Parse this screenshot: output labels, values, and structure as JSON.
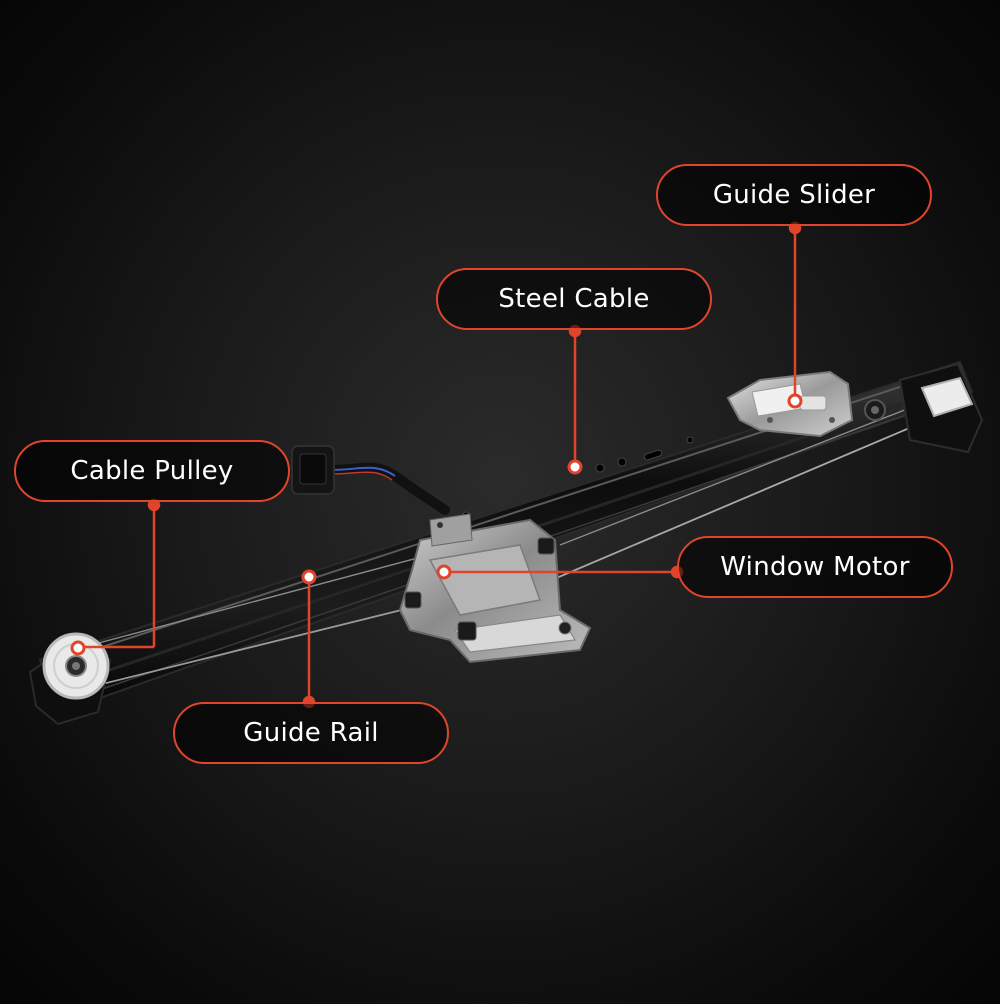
{
  "callouts": {
    "guide_slider": "Guide Slider",
    "steel_cable": "Steel Cable",
    "cable_pulley": "Cable Pulley",
    "window_motor": "Window Motor",
    "guide_rail": "Guide Rail"
  },
  "colors": {
    "accent": "#e0452c",
    "background": "#111111",
    "label_text": "#ffffff"
  },
  "icons": [
    "window-regulator-illustration"
  ]
}
